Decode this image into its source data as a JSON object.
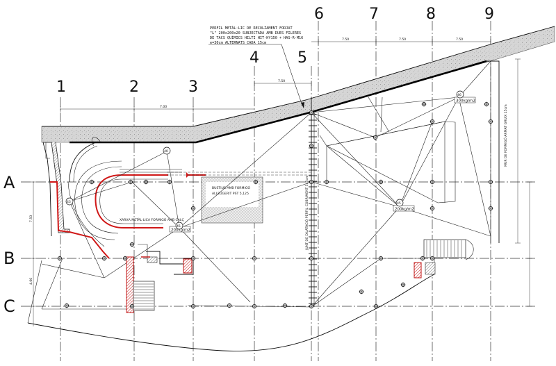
{
  "grid": {
    "columns": [
      "1",
      "2",
      "3",
      "4",
      "5",
      "6",
      "7",
      "8",
      "9"
    ],
    "rows": [
      "A",
      "B",
      "C"
    ]
  },
  "annotations": {
    "steel_profile": [
      "PERFIL METÀL·LIC DE RECOLZAMENT FORJAT",
      "\"L\" 200x200x20 SUBJECTADA AMB DUES FILERES",
      "DE TACS QUÍMICS HILTI HIT-HY150 + HAS-R-M16",
      "e=30cm ALTERNATS CADA 15cm"
    ],
    "hatch_note": [
      "BUSTIUS AMB FORMIGÓ",
      "ALLEUGERIT PST 5,125"
    ],
    "curved_wall_note": "XARXA METÀL·LICA FORMIGÓ AMB CALÇ",
    "vertical_note_right": "MUR DE FORMIGÓ ARMAT GRUIX 15cm",
    "vertical_note_center": "JUNT DE DILATACIÓ PERFIL COBRIMENT 5x5cm"
  },
  "loads": {
    "load_top_right": "300kg/m2",
    "load_center_right": "200kg/m2",
    "load_center_left": "200kg/m2"
  },
  "dimensions": {
    "top_span": "7.00",
    "span_5_6": "7.50",
    "span_4_5": "7.50",
    "span_7_8": "7.50",
    "span_8_9": "7.50",
    "side_a_b": "7.50",
    "side_b_c": "4.00"
  },
  "markers": {
    "m40": "40",
    "m43": "43",
    "m45": "45",
    "m46": "46"
  }
}
